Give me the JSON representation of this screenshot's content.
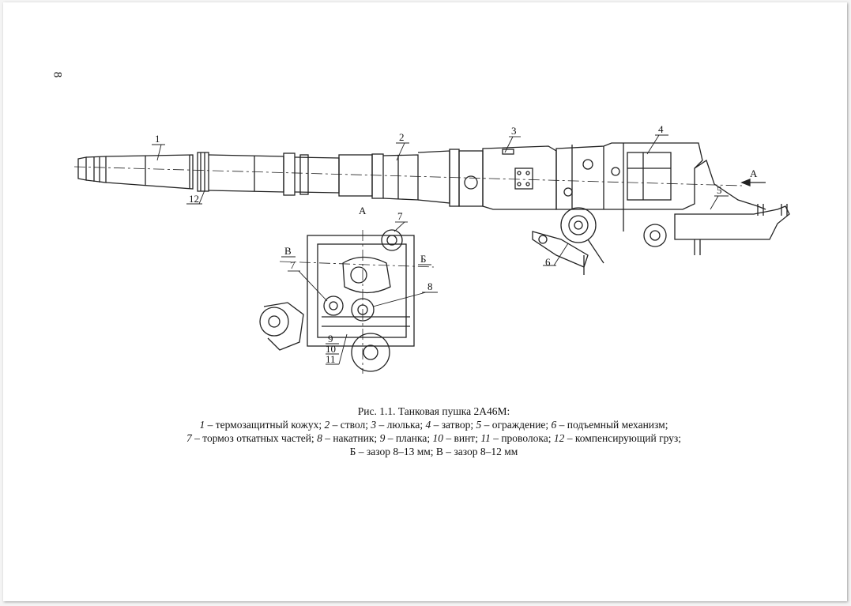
{
  "page_number": "8",
  "figure": {
    "labels": [
      "1",
      "2",
      "3",
      "4",
      "5",
      "6",
      "7",
      "7",
      "8",
      "9",
      "10",
      "11",
      "12",
      "А",
      "А",
      "Б",
      "В"
    ]
  },
  "caption": {
    "title": "Рис. 1.1. Танковая пушка 2А46М:",
    "items": [
      {
        "num": "1",
        "text": " – термозащитный кожух; "
      },
      {
        "num": "2",
        "text": " – ствол; "
      },
      {
        "num": "3",
        "text": " – люлька; "
      },
      {
        "num": "4",
        "text": " – затвор; "
      },
      {
        "num": "5",
        "text": " – ограждение; "
      },
      {
        "num": "6",
        "text": " – подъемный механизм;"
      },
      {
        "num": "7",
        "text": " – тормоз откатных частей; "
      },
      {
        "num": "8",
        "text": " – накатник; "
      },
      {
        "num": "9",
        "text": " – планка; "
      },
      {
        "num": "10",
        "text": " – винт; "
      },
      {
        "num": "11",
        "text": " – проволока; "
      },
      {
        "num": "12",
        "text": " – компенсирующий груз;"
      }
    ],
    "last_line": "Б – зазор 8–13 мм; В – зазор 8–12 мм"
  }
}
